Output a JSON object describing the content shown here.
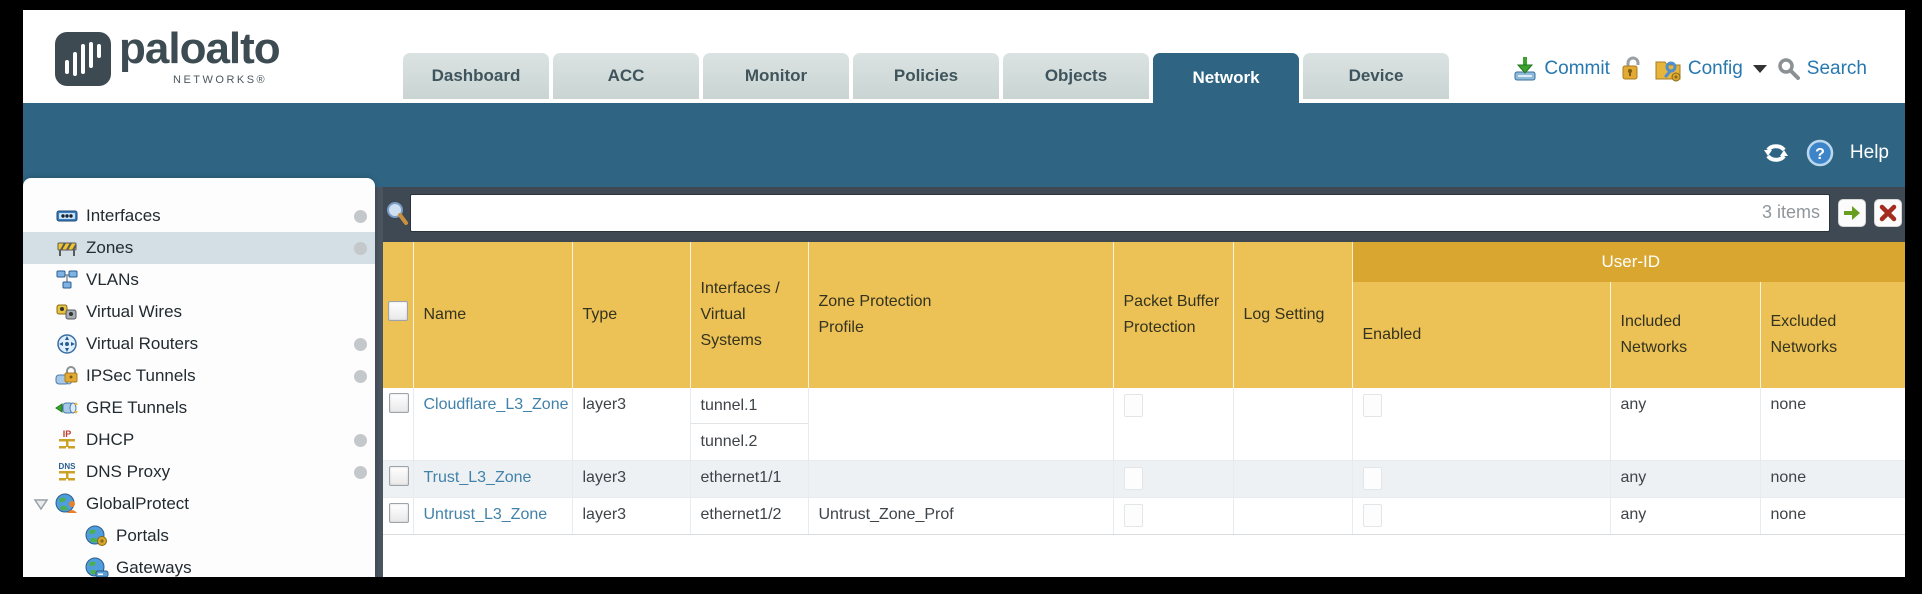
{
  "brand": {
    "name": "paloalto",
    "sub": "NETWORKS®",
    "logo_icon": "paloalto-logo-icon"
  },
  "nav": {
    "tabs": [
      {
        "label": "Dashboard"
      },
      {
        "label": "ACC"
      },
      {
        "label": "Monitor"
      },
      {
        "label": "Policies"
      },
      {
        "label": "Objects"
      },
      {
        "label": "Network",
        "active": true
      },
      {
        "label": "Device"
      }
    ],
    "actions": {
      "commit_label": "Commit",
      "commit_icon": "commit-icon",
      "lock_icon": "lock-icon",
      "config_label": "Config",
      "config_icon": "config-icon",
      "search_label": "Search",
      "search_icon": "search-icon"
    }
  },
  "band": {
    "refresh_icon": "refresh-icon",
    "help_icon": "help-icon",
    "help_label": "Help"
  },
  "sidebar": {
    "items": [
      {
        "label": "Interfaces",
        "icon": "interfaces-icon",
        "dot": true
      },
      {
        "label": "Zones",
        "icon": "zones-icon",
        "dot": true,
        "selected": true
      },
      {
        "label": "VLANs",
        "icon": "vlans-icon"
      },
      {
        "label": "Virtual Wires",
        "icon": "virtual-wires-icon"
      },
      {
        "label": "Virtual Routers",
        "icon": "virtual-routers-icon",
        "dot": true
      },
      {
        "label": "IPSec Tunnels",
        "icon": "ipsec-tunnels-icon",
        "dot": true
      },
      {
        "label": "GRE Tunnels",
        "icon": "gre-tunnels-icon"
      },
      {
        "label": "DHCP",
        "icon": "dhcp-icon",
        "dot": true
      },
      {
        "label": "DNS Proxy",
        "icon": "dns-proxy-icon",
        "dot": true
      },
      {
        "label": "GlobalProtect",
        "icon": "globalprotect-icon",
        "expanded": true
      },
      {
        "label": "Portals",
        "icon": "portals-icon",
        "child": true
      },
      {
        "label": "Gateways",
        "icon": "gateways-icon",
        "child": true
      }
    ]
  },
  "toolbar": {
    "filter_value": "",
    "items_count": "3 items",
    "magnifier_icon": "magnifier-icon",
    "go_icon": "green-arrow-icon",
    "clear_icon": "red-x-icon"
  },
  "table": {
    "group_header": "User-ID",
    "columns": [
      "Name",
      "Type",
      "Interfaces / Virtual Systems",
      "Zone Protection Profile",
      "Packet Buffer Protection",
      "Log Setting",
      "Enabled",
      "Included Networks",
      "Excluded Networks"
    ],
    "rows": [
      {
        "name": "Cloudflare_L3_Zone",
        "type": "layer3",
        "interfaces": [
          "tunnel.1",
          "tunnel.2"
        ],
        "zone_protection_profile": "",
        "log_setting": "",
        "included_networks": "any",
        "excluded_networks": "none"
      },
      {
        "name": "Trust_L3_Zone",
        "type": "layer3",
        "interfaces": [
          "ethernet1/1"
        ],
        "zone_protection_profile": "",
        "log_setting": "",
        "included_networks": "any",
        "excluded_networks": "none"
      },
      {
        "name": "Untrust_L3_Zone",
        "type": "layer3",
        "interfaces": [
          "ethernet1/2"
        ],
        "zone_protection_profile": "Untrust_Zone_Prof",
        "log_setting": "",
        "included_networks": "any",
        "excluded_networks": "none"
      }
    ]
  },
  "colors": {
    "teal": "#2f6583",
    "header_gold": "#ecc156",
    "group_gold": "#d9a62f",
    "toolbar_dark": "#3e4953",
    "link_blue": "#4182ab",
    "action_blue": "#2878b0"
  }
}
